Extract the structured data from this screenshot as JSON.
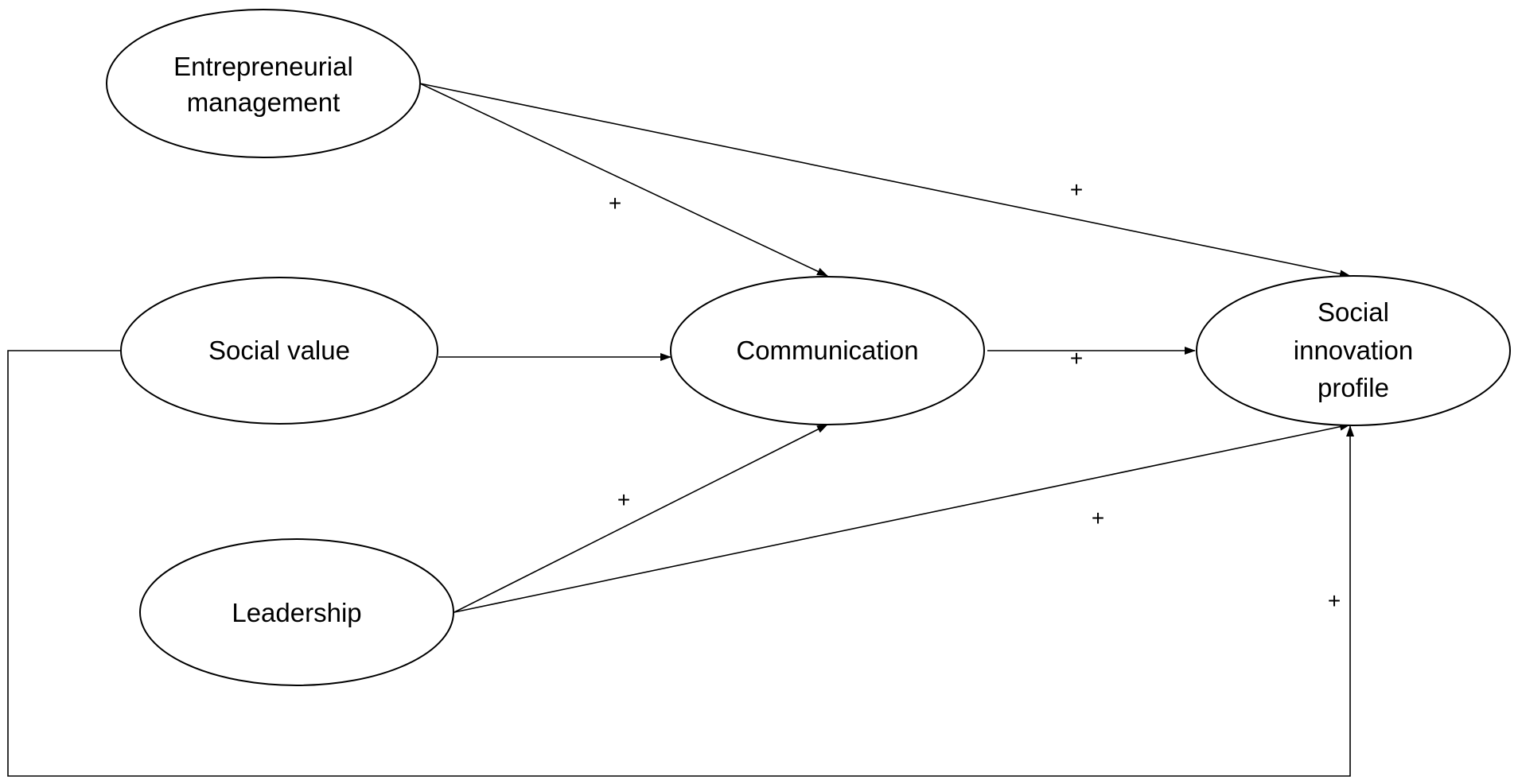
{
  "nodes": {
    "entrepreneurial_management": {
      "line1": "Entrepreneurial",
      "line2": "management"
    },
    "social_value": {
      "label": "Social value"
    },
    "leadership": {
      "label": "Leadership"
    },
    "communication": {
      "label": "Communication"
    },
    "social_innovation_profile": {
      "line1": "Social",
      "line2": "innovation",
      "line3": "profile"
    }
  },
  "edges": {
    "em_to_comm": {
      "sign": "+"
    },
    "em_to_sip": {
      "sign": "+"
    },
    "sv_to_comm": {
      "sign": ""
    },
    "comm_to_sip": {
      "sign": "+"
    },
    "lead_to_comm": {
      "sign": "+"
    },
    "lead_to_sip": {
      "sign": "+"
    },
    "sv_to_sip_loop": {
      "sign": "+"
    }
  }
}
